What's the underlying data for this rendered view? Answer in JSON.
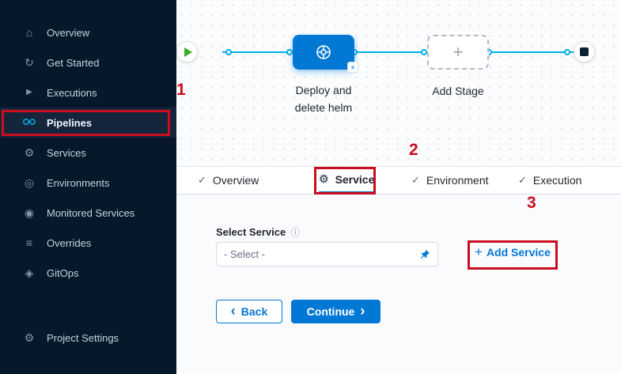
{
  "colors": {
    "accent": "#0278d5",
    "sidebar_bg": "#07182b",
    "connector": "#00ade4",
    "annotation": "#cb0e1f"
  },
  "sidebar": {
    "items": [
      {
        "label": "Overview"
      },
      {
        "label": "Get Started"
      },
      {
        "label": "Executions"
      },
      {
        "label": "Pipelines",
        "selected": true
      },
      {
        "label": "Services"
      },
      {
        "label": "Environments"
      },
      {
        "label": "Monitored Services"
      },
      {
        "label": "Overrides"
      },
      {
        "label": "GitOps"
      }
    ],
    "footer": {
      "label": "Project Settings"
    }
  },
  "icons": {
    "overview": "⌂",
    "get_started": "↻",
    "executions": "▶",
    "services": "⚙",
    "environments": "◎",
    "monitored": "◉",
    "overrides": "≡",
    "gitops": "◈",
    "project_settings": "⚙",
    "tab_check": "✓",
    "tab_service_gear": "⚙",
    "info": "ⓘ",
    "plus": "+",
    "add_stage_plus": "+",
    "back_chevron": "‹",
    "continue_chevron": "›",
    "stage_badge": "s"
  },
  "pipeline": {
    "stage_label": "Deploy and delete helm",
    "add_stage_label": "Add Stage"
  },
  "tabs": {
    "overview": "Overview",
    "service": "Service",
    "environment": "Environment",
    "execution": "Execution"
  },
  "form": {
    "select_service_label": "Select Service",
    "select_value": "- Select -",
    "add_service_label": "Add Service",
    "back_label": "Back",
    "continue_label": "Continue"
  },
  "annotations": {
    "step1": "1",
    "step2": "2",
    "step3": "3"
  }
}
